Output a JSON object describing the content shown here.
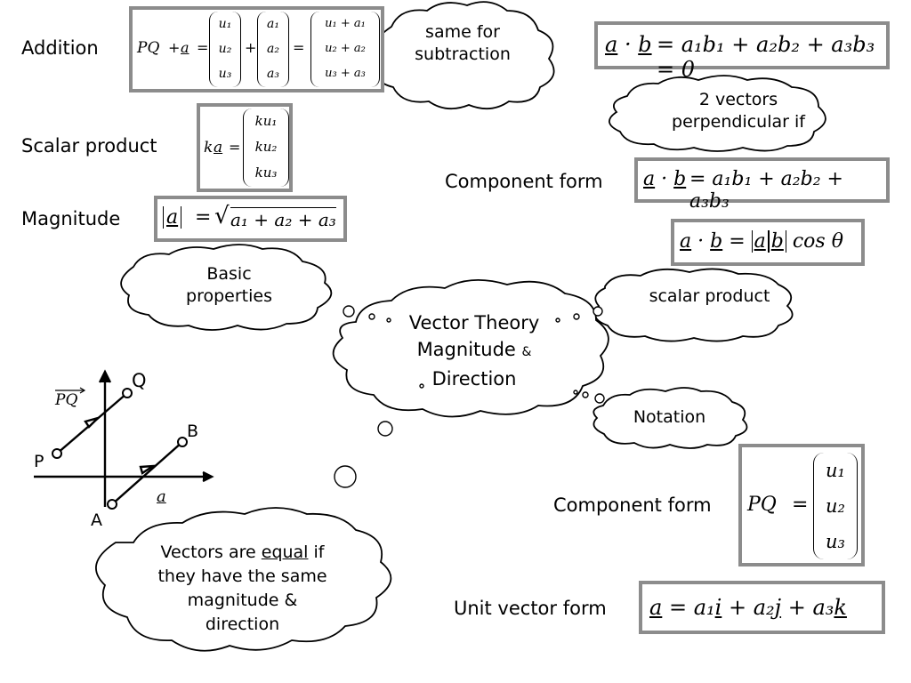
{
  "labels": {
    "addition": "Addition",
    "scalar_product": "Scalar product",
    "magnitude": "Magnitude",
    "component_form_1": "Component form",
    "component_form_2": "Component form",
    "unit_vector_form": "Unit vector form"
  },
  "clouds": {
    "same_for_subtraction": [
      "same for",
      "subtraction"
    ],
    "perpendicular": [
      "2 vectors",
      "perpendicular if"
    ],
    "basic_properties": [
      "Basic",
      "properties"
    ],
    "scalar_product": "scalar product",
    "notation": "Notation",
    "center": [
      "Vector Theory",
      "Magnitude",
      "&",
      "Direction"
    ],
    "equal": {
      "pre": "Vectors are ",
      "em": "equal",
      "post": " if",
      "lines": [
        "they have the same",
        "magnitude &",
        "direction"
      ]
    }
  },
  "formulas": {
    "addition": {
      "pq": "PQ",
      "a": "a",
      "col1": [
        "u₁",
        "u₂",
        "u₃"
      ],
      "col2": [
        "a₁",
        "a₂",
        "a₃"
      ],
      "col3": [
        "u₁ + a₁",
        "u₂ + a₂",
        "u₃ + a₃"
      ]
    },
    "scalar": {
      "k": "k",
      "a": "a",
      "col": [
        "ku₁",
        "ku₂",
        "ku₃"
      ]
    },
    "magnitude": {
      "a": "a",
      "rhs": "a₁ + a₂ + a₃"
    },
    "perp": {
      "rhs": "= a₁b₁ + a₂b₂ + a₃b₃ = 0"
    },
    "component": {
      "rhs": "= a₁b₁ + a₂b₂ + a₃b₃"
    },
    "cos": {
      "rhs": "cos θ"
    },
    "pq_component": {
      "pq": "PQ",
      "col": [
        "u₁",
        "u₂",
        "u₃"
      ]
    },
    "unit": {
      "a1": "a₁",
      "a2": "a₂",
      "a3": "a₃",
      "i": "i",
      "j": "j",
      "k": "k"
    }
  },
  "diagram": {
    "P": "P",
    "Q": "Q",
    "A": "A",
    "B": "B",
    "pq": "PQ",
    "a": "a"
  }
}
